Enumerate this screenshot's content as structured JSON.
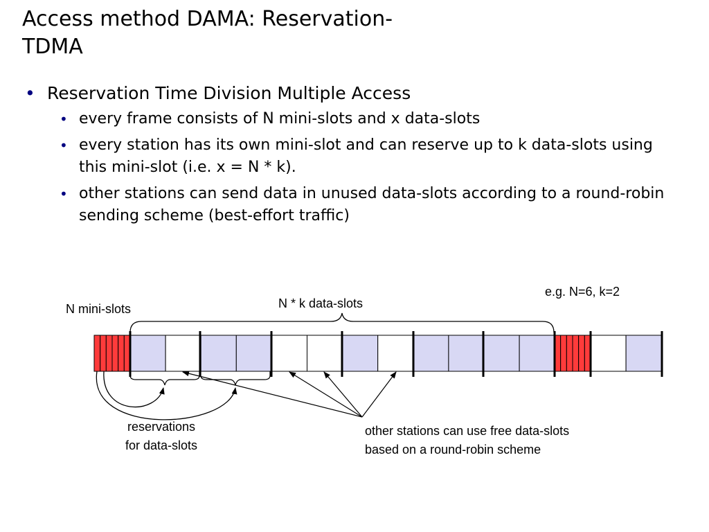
{
  "slide": {
    "title_line1": "Access method DAMA: Reservation-",
    "title_line2": "TDMA",
    "bullet_main": "Reservation Time Division Multiple Access",
    "sub_bullets": [
      "every frame consists of N mini-slots and x data-slots",
      "every station has its own mini-slot and can reserve up to k data-slots using this mini-slot (i.e. x = N * k).",
      "other stations can send data in unused data-slots according to a round-robin sending scheme (best-effort traffic)"
    ]
  },
  "diagram": {
    "label_mini_slots": "N mini-slots",
    "label_data_slots": "N * k data-slots",
    "label_example": "e.g. N=6, k=2",
    "label_reservations_line1": "reservations",
    "label_reservations_line2": "for data-slots",
    "label_free_line1": "other stations can use free data-slots",
    "label_free_line2": "based on a round-robin scheme",
    "colors": {
      "mini_slot": "#ff3b3b",
      "reserved_data_slot": "#d8d8f4",
      "free_data_slot": "#ffffff",
      "outline": "#000000"
    },
    "data_slots": [
      "reserved",
      "free",
      "reserved",
      "reserved",
      "free",
      "free",
      "reserved",
      "free",
      "reserved",
      "reserved",
      "reserved",
      "reserved"
    ],
    "next_frame_data_slots": [
      "free",
      "reserved"
    ]
  }
}
